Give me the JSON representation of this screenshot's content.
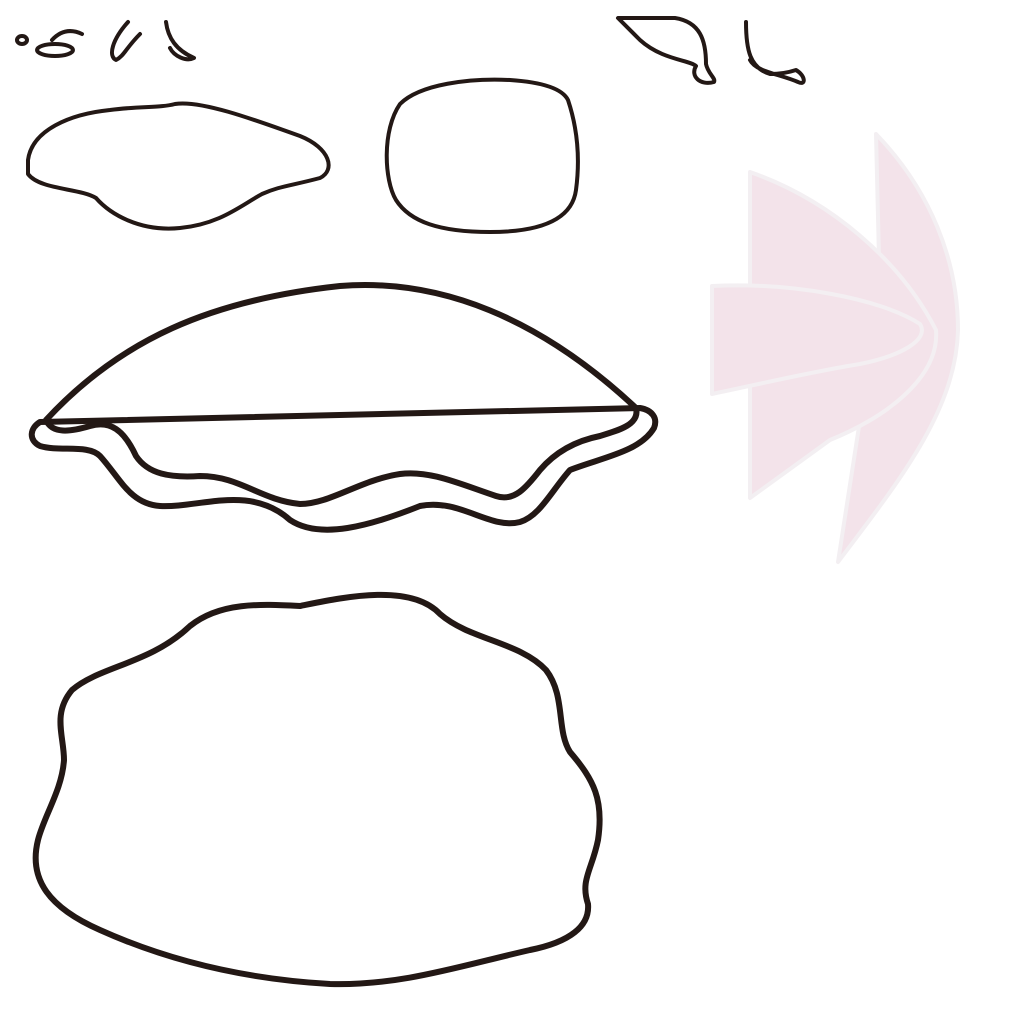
{
  "colors": {
    "background": "#ffffff",
    "outline": "#231815",
    "skin": "#fcefe4",
    "shell_pink": "#f2e4ea",
    "fin_pink": "#f3e3ea",
    "fin_edge": "#f4f1f3",
    "blank": "#ffffff"
  },
  "parts": [
    "face-features",
    "head-hair-strands",
    "white-blob",
    "skin-head",
    "shell-top",
    "shell-back",
    "fin-fan"
  ]
}
